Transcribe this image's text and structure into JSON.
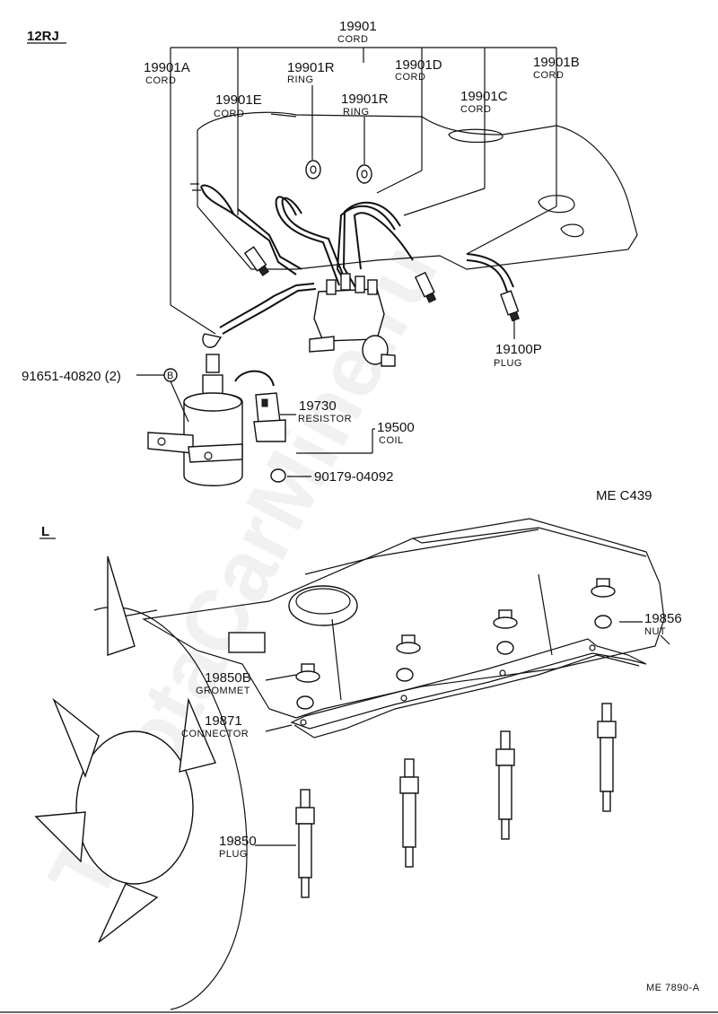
{
  "sections": {
    "top": "12RJ",
    "bottom": "L"
  },
  "top_labels": {
    "cord_main": {
      "num": "19901",
      "name": "CORD"
    },
    "cord_a": {
      "num": "19901A",
      "name": "CORD"
    },
    "ring_1": {
      "num": "19901R",
      "name": "RING"
    },
    "cord_d": {
      "num": "19901D",
      "name": "CORD"
    },
    "cord_b": {
      "num": "19901B",
      "name": "CORD"
    },
    "cord_e": {
      "num": "19901E",
      "name": "CORD"
    },
    "ring_2": {
      "num": "19901R",
      "name": "RING"
    },
    "cord_c": {
      "num": "19901C",
      "name": "CORD"
    },
    "plug": {
      "num": "19100P",
      "name": "PLUG"
    },
    "bolt": {
      "num": "91651-40820 (2)",
      "badge": "B"
    },
    "resistor": {
      "num": "19730",
      "name": "RESISTOR"
    },
    "coil": {
      "num": "19500",
      "name": "COIL"
    },
    "nut": {
      "num": "90179-04092"
    }
  },
  "top_ref": "ME  C439",
  "bottom_labels": {
    "nut": {
      "num": "19856",
      "name": "NUT"
    },
    "grommet": {
      "num": "19850B",
      "name": "GROMMET"
    },
    "connector": {
      "num": "19871",
      "name": "CONNECTOR"
    },
    "plug": {
      "num": "19850",
      "name": "PLUG"
    }
  },
  "bottom_ref": "ME 7890-A",
  "watermark": "ToyotaCarMine.ru"
}
